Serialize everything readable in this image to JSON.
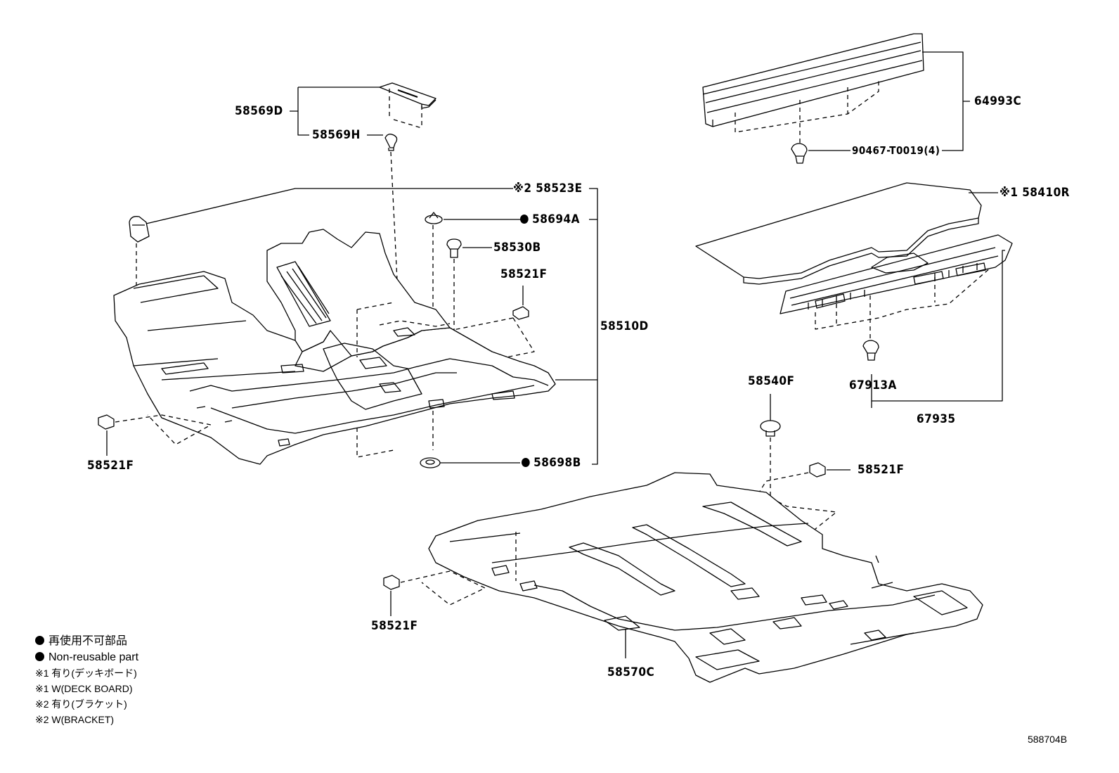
{
  "parts": {
    "p58569D": "58569D",
    "p58569H": "58569H",
    "p58523E": "※2 58523E",
    "p58694A": "58694A",
    "p58530B": "58530B",
    "p58521F_a": "58521F",
    "p58510D": "58510D",
    "p58521F_b": "58521F",
    "p58698B": "58698B",
    "p64993C": "64993C",
    "p90467": "90467-T0019(4)",
    "p58410R": "※1 58410R",
    "p58540F": "58540F",
    "p67913A": "67913A",
    "p67935": "67935",
    "p58521F_c": "58521F",
    "p58521F_d": "58521F",
    "p58570C": "58570C"
  },
  "legend": {
    "line1": "再使用不可部品",
    "line2": "Non-reusable part",
    "line3": "※1 有り(デッキボード)",
    "line4": "※1 W(DECK BOARD)",
    "line5": "※2 有り(ブラケット)",
    "line6": "※2 W(BRACKET)"
  },
  "diagram_id": "588704B"
}
